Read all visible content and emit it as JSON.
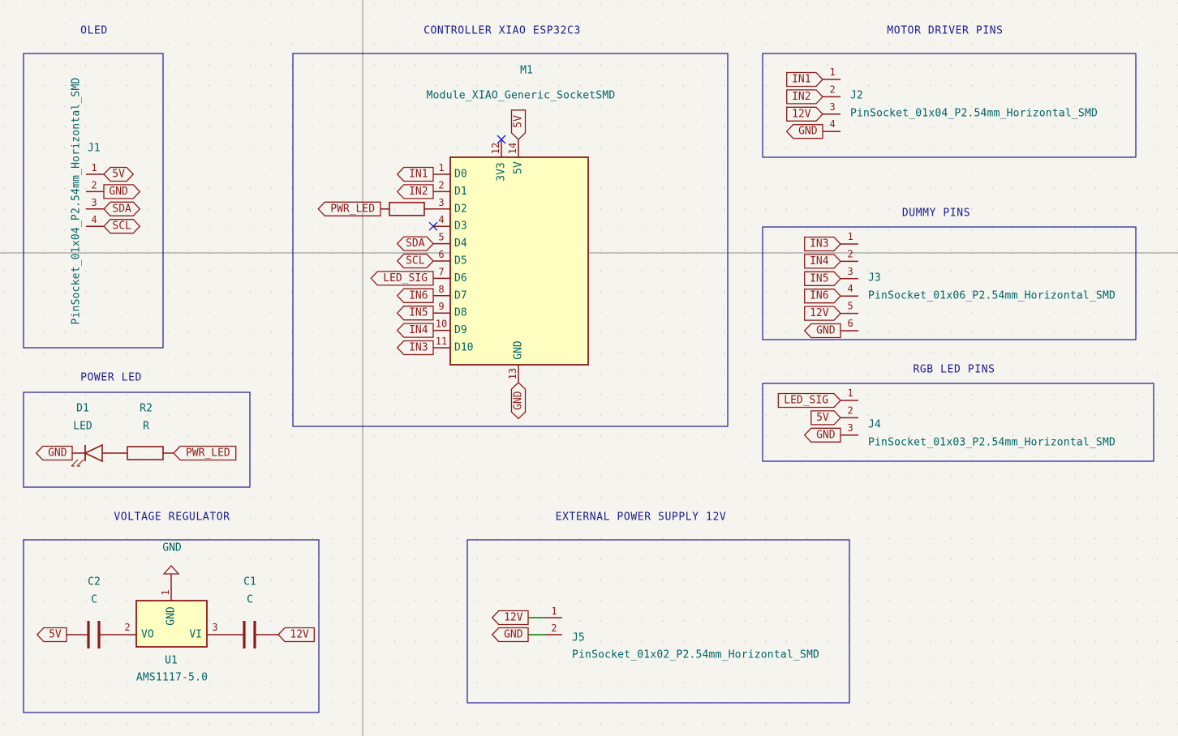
{
  "colors": {
    "background": "#f5f4ef",
    "grid_dot": "#c9c8c0",
    "crosshair": "#7a7a7a",
    "sheet_border": "#1a1a8c",
    "section_title": "#1a1a8c",
    "symbol": "#8c1a1a",
    "symbol_fill": "#ffffc2",
    "pin_text": "#006464",
    "field_text": "#006464",
    "wire": "#007a00",
    "no_connect": "#1a1acc"
  },
  "sections": {
    "oled": "OLED",
    "controller": "CONTROLLER XIAO ESP32C3",
    "motor": "MOTOR DRIVER PINS",
    "dummy": "DUMMY PINS",
    "rgb": "RGB LED PINS",
    "power_led": "POWER LED",
    "vreg": "VOLTAGE REGULATOR",
    "ext_power": "EXTERNAL POWER SUPPLY 12V"
  },
  "m1": {
    "ref": "M1",
    "value": "Module_XIAO_Generic_SocketSMD",
    "pins_left": [
      {
        "num": "1",
        "name": "D0",
        "net": "IN1"
      },
      {
        "num": "2",
        "name": "D1",
        "net": "IN2"
      },
      {
        "num": "3",
        "name": "D2",
        "net": "PWR_LED"
      },
      {
        "num": "4",
        "name": "D3",
        "net": ""
      },
      {
        "num": "5",
        "name": "D4",
        "net": "SDA"
      },
      {
        "num": "6",
        "name": "D5",
        "net": "SCL"
      },
      {
        "num": "7",
        "name": "D6",
        "net": "LED_SIG"
      },
      {
        "num": "8",
        "name": "D7",
        "net": "IN6"
      },
      {
        "num": "9",
        "name": "D8",
        "net": "IN5"
      },
      {
        "num": "10",
        "name": "D9",
        "net": "IN4"
      },
      {
        "num": "11",
        "name": "D10",
        "net": "IN3"
      }
    ],
    "pin_3v3": {
      "num": "12",
      "name": "3V3"
    },
    "pin_5v": {
      "num": "14",
      "name": "5V",
      "net": "5V"
    },
    "pin_gnd": {
      "num": "13",
      "name": "GND",
      "net": "GND"
    }
  },
  "j1": {
    "ref": "J1",
    "value": "PinSocket_01x04_P2.54mm_Horizontal_SMD",
    "pins": [
      {
        "num": "1",
        "net": "5V"
      },
      {
        "num": "2",
        "net": "GND"
      },
      {
        "num": "3",
        "net": "SDA"
      },
      {
        "num": "4",
        "net": "SCL"
      }
    ]
  },
  "j2": {
    "ref": "J2",
    "value": "PinSocket_01x04_P2.54mm_Horizontal_SMD",
    "pins": [
      {
        "num": "1",
        "net": "IN1"
      },
      {
        "num": "2",
        "net": "IN2"
      },
      {
        "num": "3",
        "net": "12V"
      },
      {
        "num": "4",
        "net": "GND"
      }
    ]
  },
  "j3": {
    "ref": "J3",
    "value": "PinSocket_01x06_P2.54mm_Horizontal_SMD",
    "pins": [
      {
        "num": "1",
        "net": "IN3"
      },
      {
        "num": "2",
        "net": "IN4"
      },
      {
        "num": "3",
        "net": "IN5"
      },
      {
        "num": "4",
        "net": "IN6"
      },
      {
        "num": "5",
        "net": "12V"
      },
      {
        "num": "6",
        "net": "GND"
      }
    ]
  },
  "j4": {
    "ref": "J4",
    "value": "PinSocket_01x03_P2.54mm_Horizontal_SMD",
    "pins": [
      {
        "num": "1",
        "net": "LED_SIG"
      },
      {
        "num": "2",
        "net": "5V"
      },
      {
        "num": "3",
        "net": "GND"
      }
    ]
  },
  "j5": {
    "ref": "J5",
    "value": "PinSocket_01x02_P2.54mm_Horizontal_SMD",
    "pins": [
      {
        "num": "1",
        "net": "12V"
      },
      {
        "num": "2",
        "net": "GND"
      }
    ]
  },
  "d1": {
    "ref": "D1",
    "value": "LED"
  },
  "r2": {
    "ref": "R2",
    "value": "R"
  },
  "power_led_nets": {
    "left": "GND",
    "right": "PWR_LED"
  },
  "c2": {
    "ref": "C2",
    "value": "C"
  },
  "c1": {
    "ref": "C1",
    "value": "C"
  },
  "u1": {
    "ref": "U1",
    "value": "AMS1117-5.0",
    "pin_gnd": {
      "num": "1",
      "name": "GND"
    },
    "pin_vo": {
      "num": "2",
      "name": "VO"
    },
    "pin_vi": {
      "num": "3",
      "name": "VI"
    }
  },
  "vreg_nets": {
    "gnd": "GND",
    "left": "5V",
    "right": "12V"
  }
}
